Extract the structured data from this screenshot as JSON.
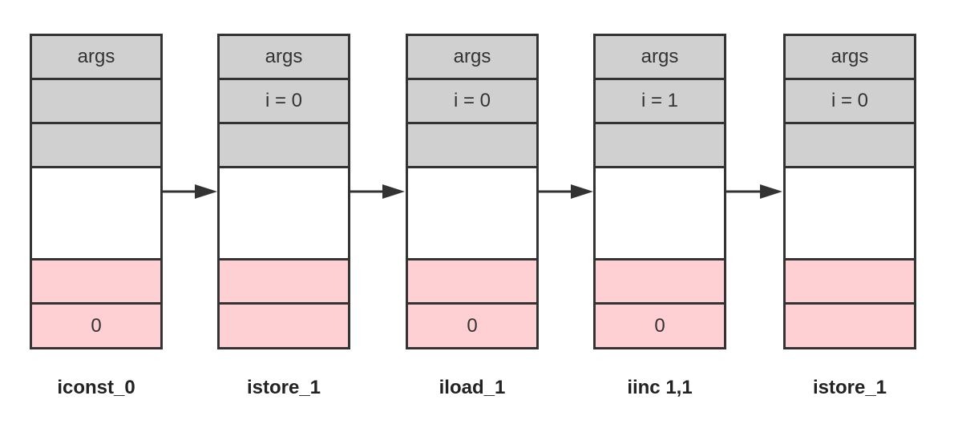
{
  "frames": [
    {
      "instruction": "iconst_0",
      "locals": [
        "args",
        "",
        ""
      ],
      "stack": [
        "",
        "0"
      ]
    },
    {
      "instruction": "istore_1",
      "locals": [
        "args",
        "i = 0",
        ""
      ],
      "stack": [
        "",
        ""
      ]
    },
    {
      "instruction": "iload_1",
      "locals": [
        "args",
        "i = 0",
        ""
      ],
      "stack": [
        "",
        "0"
      ]
    },
    {
      "instruction": "iinc 1,1",
      "locals": [
        "args",
        "i = 1",
        ""
      ],
      "stack": [
        "",
        "0"
      ]
    },
    {
      "instruction": "istore_1",
      "locals": [
        "args",
        "i = 0",
        ""
      ],
      "stack": [
        "",
        ""
      ]
    }
  ],
  "colors": {
    "local_variable_fill": "#d0d0d0",
    "operand_stack_fill": "#ffd0d3",
    "border": "#333333"
  }
}
